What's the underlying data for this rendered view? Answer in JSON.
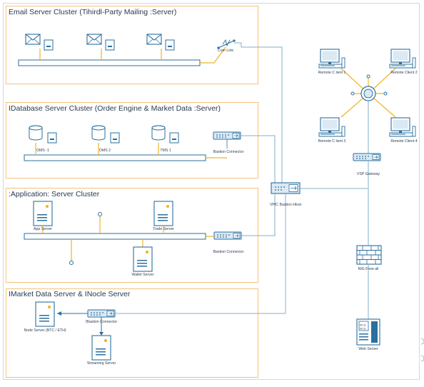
{
  "clusters": {
    "email": {
      "title": "Email Server Cluster (Tihirdl-Party Mailing :Server)",
      "link_label": "Com Link"
    },
    "database": {
      "title": "IDatabase Server Cluster (Order Engine & Market Data :Server)",
      "servers": [
        "OMS -1",
        "OMS 2",
        "TMS 1"
      ],
      "connector_label": "Bastion Connector"
    },
    "application": {
      "title": ":Application: Server Cluster",
      "app_server": "App Server",
      "trade_server": "Trade Server",
      "wallet_server": "Wallet Server",
      "connector_label": "Bastion Connector"
    },
    "market": {
      "title": "IMarket Data Server & INocle Server",
      "node_server": "Node Server (BTC / ETH)",
      "connector_label": "IBastion Connector",
      "streaming_server": "Streaming Server"
    }
  },
  "remote": {
    "clients": [
      "Remote C lient 1",
      "Remote Client 2",
      "Remote C lient 3",
      "Remote Client 4"
    ],
    "vpn_gateway": "VSP Gateway",
    "vpc_bastion": "VPIC Bastion Hlost",
    "firewall": "NIG Frew all",
    "web_server": "Web Server",
    "web_screen_lines": [
      "00:11",
      "00:11"
    ]
  },
  "colors": {
    "cluster_border": "#f3c27a",
    "orange_link": "#f0b323",
    "blue_link": "#7fb0c8",
    "device_blue": "#2a6f9e",
    "device_fill": "#dbe9f4"
  }
}
